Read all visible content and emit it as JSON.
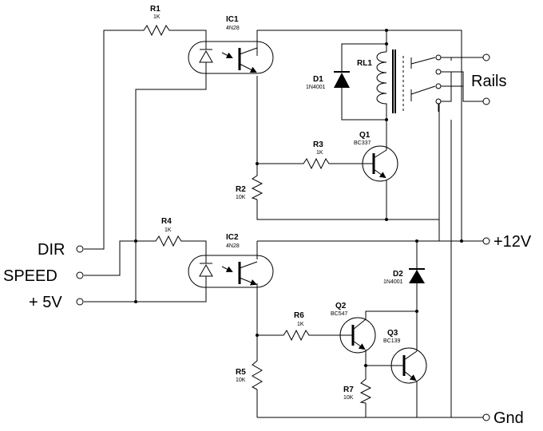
{
  "components": {
    "r1": {
      "ref": "R1",
      "value": "1K"
    },
    "r2": {
      "ref": "R2",
      "value": "10K"
    },
    "r3": {
      "ref": "R3",
      "value": "1K"
    },
    "r4": {
      "ref": "R4",
      "value": "1K"
    },
    "r5": {
      "ref": "R5",
      "value": "10K"
    },
    "r6": {
      "ref": "R6",
      "value": "1K"
    },
    "r7": {
      "ref": "R7",
      "value": "10K"
    },
    "ic1": {
      "ref": "IC1",
      "value": "4N28"
    },
    "ic2": {
      "ref": "IC2",
      "value": "4N28"
    },
    "d1": {
      "ref": "D1",
      "value": "1N4001"
    },
    "d2": {
      "ref": "D2",
      "value": "1N4001"
    },
    "q1": {
      "ref": "Q1",
      "value": "BC337"
    },
    "q2": {
      "ref": "Q2",
      "value": "BC547"
    },
    "q3": {
      "ref": "Q3",
      "value": "BC139"
    },
    "rl1": {
      "ref": "RL1"
    }
  },
  "terminals": {
    "dir": "DIR",
    "speed": "SPEED",
    "v5": "+ 5V",
    "v12": "+12V",
    "gnd": "Gnd",
    "rails": "Rails"
  }
}
